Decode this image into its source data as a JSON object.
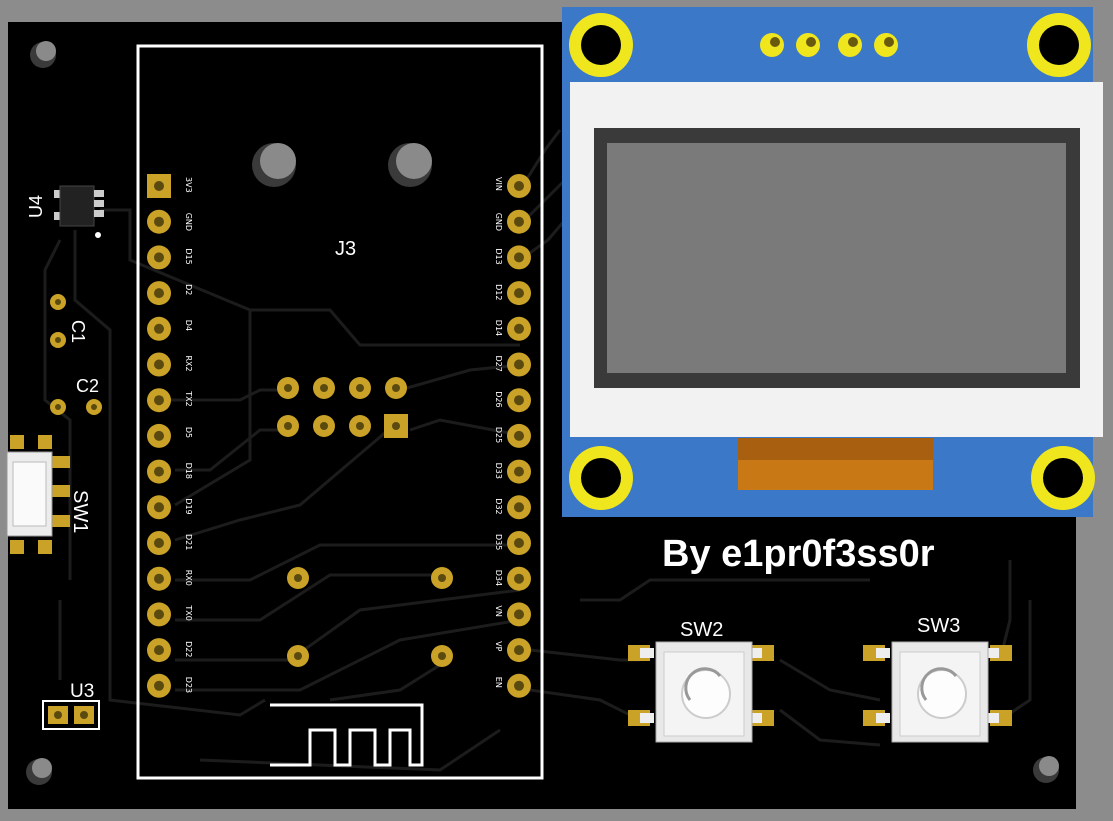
{
  "colors": {
    "background": "#8c8c8c",
    "board": "#000000",
    "trace": "#1b1b1b",
    "silkscreen": "#ffffff",
    "pad_gold": "#c9a227",
    "oled_blue": "#3c78c8",
    "oled_yellow": "#f0e61e",
    "screen_gray": "#7a7a7a",
    "ribbon_orange": "#c87814"
  },
  "board": {
    "credit": "By e1pr0f3ss0r",
    "module_ref": "J3",
    "left_pins": [
      "3V3",
      "GND",
      "D15",
      "D2",
      "D4",
      "RX2",
      "TX2",
      "D5",
      "D18",
      "D19",
      "D21",
      "RX0",
      "TX0",
      "D22",
      "D23"
    ],
    "right_pins": [
      "VIN",
      "GND",
      "D13",
      "D12",
      "D14",
      "D27",
      "D26",
      "D25",
      "D33",
      "D32",
      "D35",
      "D34",
      "VN",
      "VP",
      "EN"
    ],
    "refs": {
      "u4": "U4",
      "c1": "C1",
      "c2": "C2",
      "sw1": "SW1",
      "u3": "U3",
      "sw2": "SW2",
      "sw3": "SW3"
    }
  }
}
